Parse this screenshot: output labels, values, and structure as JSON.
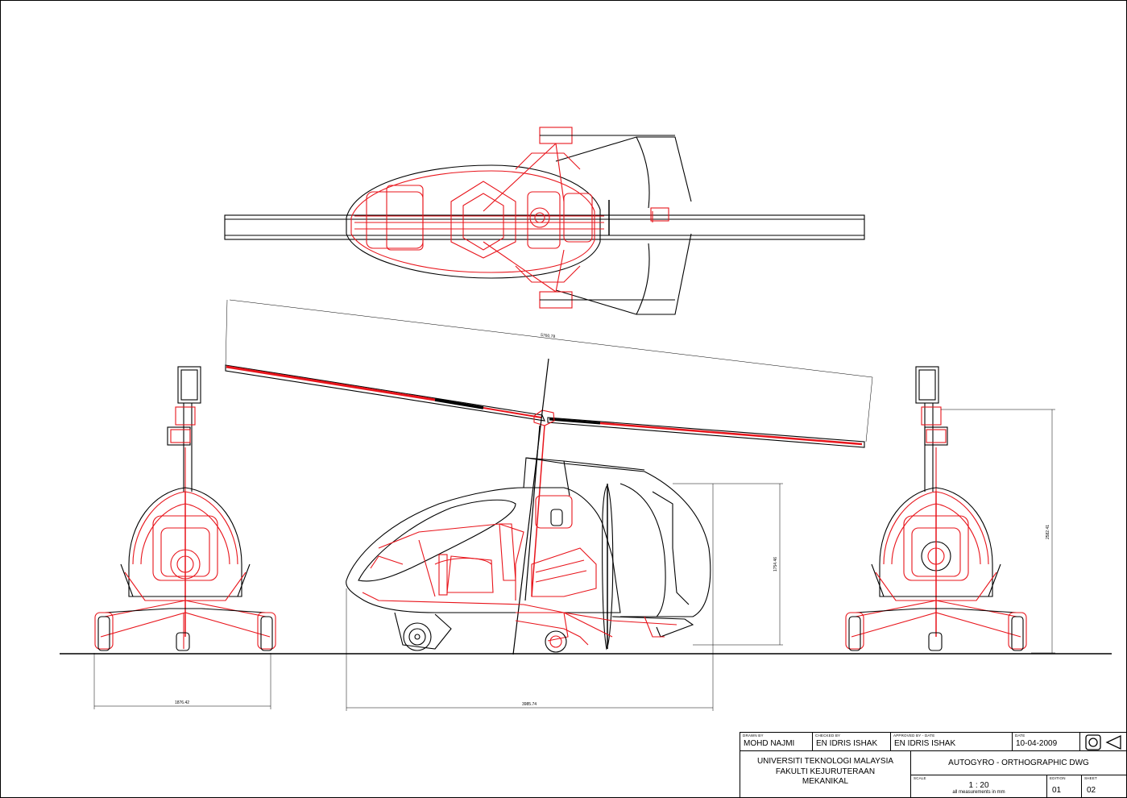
{
  "title_block": {
    "drawn_by": {
      "label": "DRAWN BY",
      "value": "MOHD NAJMI"
    },
    "checked_by": {
      "label": "CHECKED BY",
      "value": "EN IDRIS ISHAK"
    },
    "approved_by": {
      "label": "APPROVED BY - DATE",
      "value": "EN IDRIS ISHAK"
    },
    "date": {
      "label": "DATE",
      "value": "10-04-2009"
    },
    "institution": {
      "line1": "UNIVERSITI TEKNOLOGI MALAYSIA",
      "line2": "FAKULTI KEJURUTERAAN",
      "line3": "MEKANIKAL"
    },
    "drawing_title": "AUTOGYRO - ORTHOGRAPHIC DWG",
    "scale": {
      "label": "SCALE",
      "value": "1 : 20",
      "note": "all measurements in mm"
    },
    "edition": {
      "label": "EDITION",
      "value": "01"
    },
    "sheet": {
      "label": "SHEET",
      "value": "02"
    },
    "projection_symbol_icon": "third-angle-projection-icon"
  },
  "dimensions": {
    "rotor_span": "5760.78",
    "front_track": "1876.42",
    "overall_length": "3985.74",
    "cabin_height": "1754.46",
    "overall_height": "2582.41"
  },
  "colors": {
    "frame_red": "#e8141b",
    "outline_black": "#000000"
  }
}
